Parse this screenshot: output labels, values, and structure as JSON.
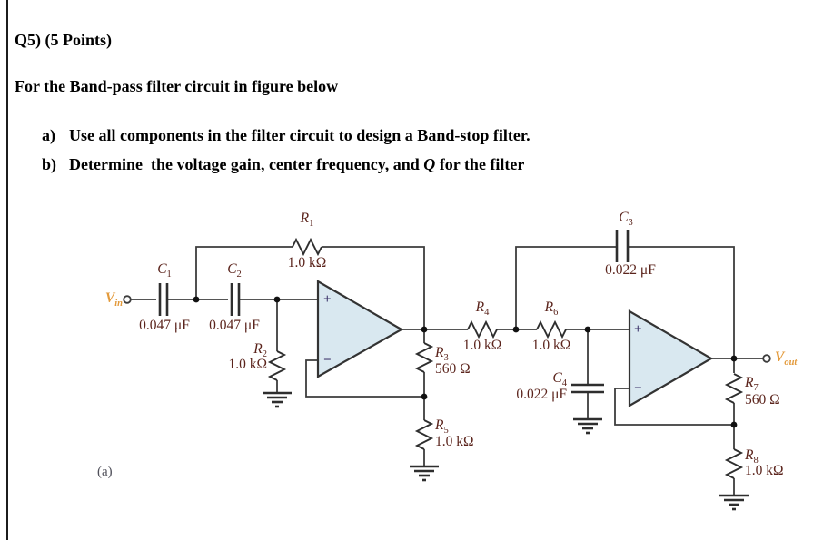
{
  "page": {
    "title_line": "Q5) (5 Points)",
    "intro_line": "For the Band-pass filter circuit in figure below",
    "item_a_prefix": "a)",
    "item_a": "Use all components in the filter circuit to design a Band-stop filter.",
    "item_b_prefix": "b)",
    "item_b_pre": "Determine  the voltage gain, center frequency, and ",
    "item_b_q": "Q",
    "item_b_post": " for the filter",
    "figure_label": "(a)"
  },
  "circuit": {
    "vin": {
      "sym": "V",
      "sub": "in"
    },
    "vout": {
      "sym": "V",
      "sub": "out"
    },
    "opamp1": {
      "plus": "+",
      "minus": "−"
    },
    "opamp2": {
      "plus": "+",
      "minus": "−"
    },
    "r1": {
      "sym": "R",
      "sub": "1",
      "value": "1.0 kΩ"
    },
    "r2": {
      "sym": "R",
      "sub": "2",
      "value": "1.0 kΩ"
    },
    "r3": {
      "sym": "R",
      "sub": "3",
      "value": "560 Ω"
    },
    "r4": {
      "sym": "R",
      "sub": "4",
      "value": "1.0 kΩ"
    },
    "r5": {
      "sym": "R",
      "sub": "5",
      "value": "1.0 kΩ"
    },
    "r6": {
      "sym": "R",
      "sub": "6",
      "value": "1.0 kΩ"
    },
    "r7": {
      "sym": "R",
      "sub": "7",
      "value": "560 Ω"
    },
    "r8": {
      "sym": "R",
      "sub": "8",
      "value": "1.0 kΩ"
    },
    "c1": {
      "sym": "C",
      "sub": "1",
      "value": "0.047 μF"
    },
    "c2": {
      "sym": "C",
      "sub": "2",
      "value": "0.047 μF"
    },
    "c3": {
      "sym": "C",
      "sub": "3",
      "value": "0.022 μF"
    },
    "c4": {
      "sym": "C",
      "sub": "4",
      "value": "0.022 μF"
    }
  },
  "colors": {
    "label_maroon": "#5b241c",
    "terminal_orange": "#e39a3b",
    "opamp_fill": "#d9e8f0",
    "wire": "#3d3d3d"
  }
}
